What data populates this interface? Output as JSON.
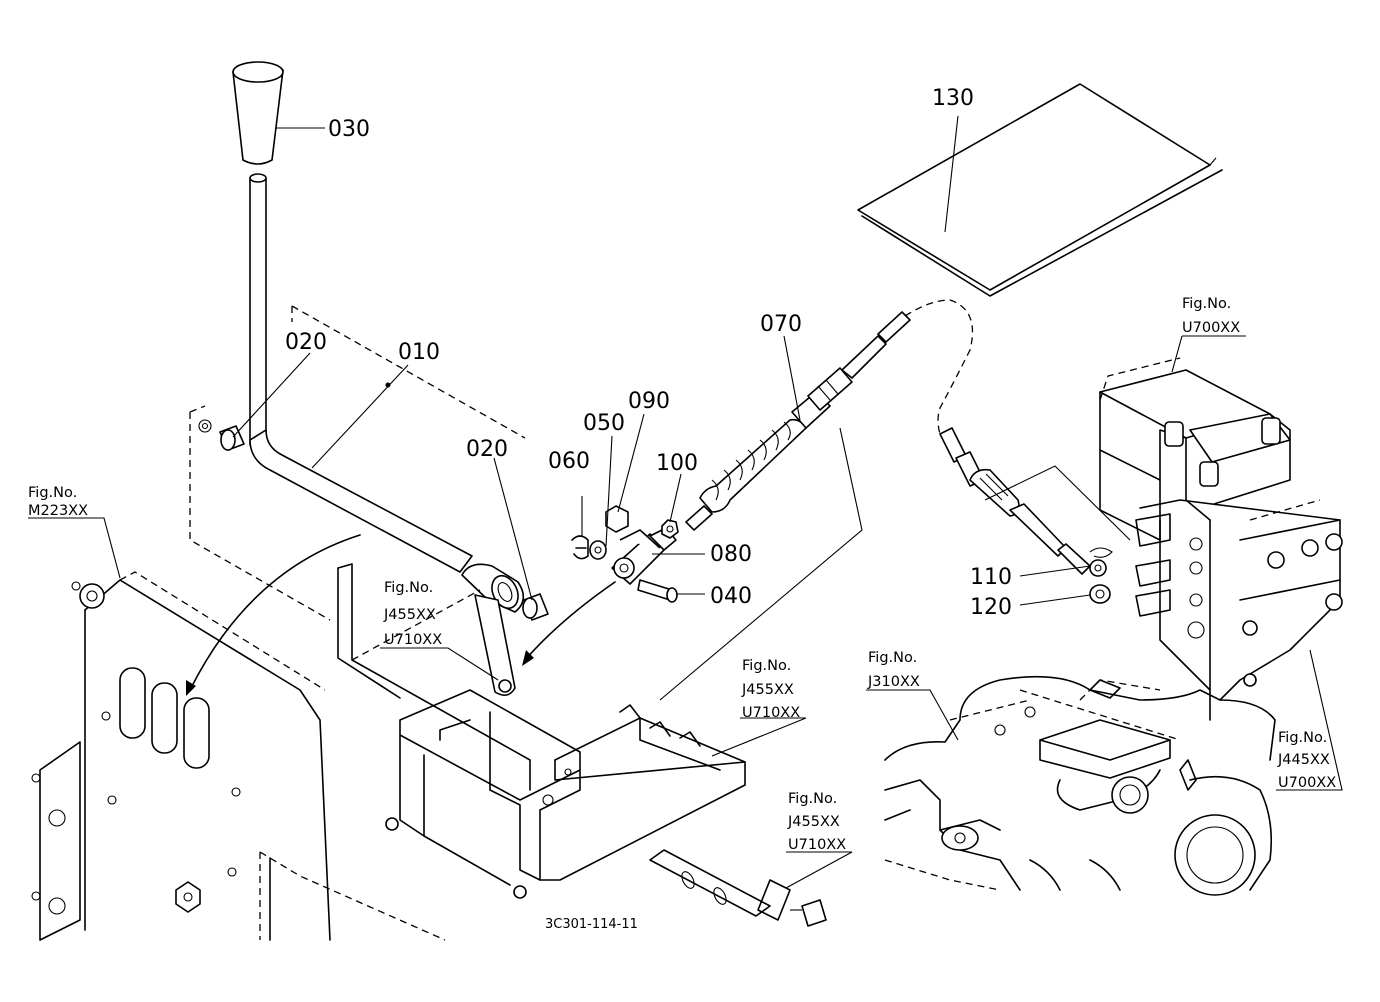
{
  "callouts": {
    "p010": "010",
    "p020a": "020",
    "p020b": "020",
    "p030": "030",
    "p040": "040",
    "p050": "050",
    "p060": "060",
    "p070": "070",
    "p080": "080",
    "p090": "090",
    "p100": "100",
    "p110": "110",
    "p120": "120",
    "p130": "130"
  },
  "fig_refs": {
    "m223": {
      "label": "Fig.No.",
      "codes": [
        "M223XX"
      ]
    },
    "j455_mid": {
      "label": "Fig.No.",
      "codes": [
        "J455XX",
        "U710XX"
      ]
    },
    "j455_base": {
      "label": "Fig.No.",
      "codes": [
        "J455XX",
        "U710XX"
      ]
    },
    "j455_bolt": {
      "label": "Fig.No.",
      "codes": [
        "J455XX",
        "U710XX"
      ]
    },
    "u700": {
      "label": "Fig.No.",
      "codes": [
        "U700XX"
      ]
    },
    "j310": {
      "label": "Fig.No.",
      "codes": [
        "J310XX"
      ]
    },
    "j445": {
      "label": "Fig.No.",
      "codes": [
        "J445XX",
        "U700XX"
      ]
    }
  },
  "drawing_code": "3C301-114-11"
}
